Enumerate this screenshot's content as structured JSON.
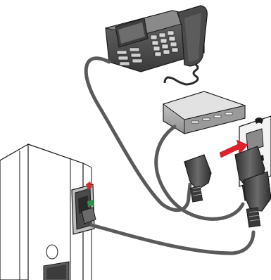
{
  "figure": {
    "kind": "connection-illustration",
    "components": [
      "telephone",
      "answering-machine",
      "wall-jack",
      "printer-fax-port",
      "tae-plugs",
      "phone-cords"
    ],
    "colors": {
      "background": "#ffffff",
      "device_dark": "#4a4a4a",
      "device_mid": "#7d7d7d",
      "device_light": "#c8c8c8",
      "cord": "#5a5a5a",
      "arrow": "#e0202a",
      "outline": "#1a1a1a"
    }
  }
}
